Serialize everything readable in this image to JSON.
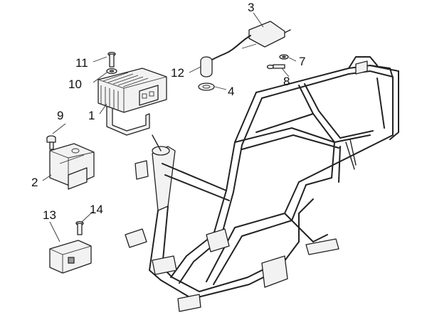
{
  "callouts": [
    {
      "id": "c1",
      "text": "1"
    },
    {
      "id": "c2",
      "text": "2"
    },
    {
      "id": "c3",
      "text": "3"
    },
    {
      "id": "c4",
      "text": "4"
    },
    {
      "id": "c7",
      "text": "7"
    },
    {
      "id": "c8",
      "text": "8"
    },
    {
      "id": "c9",
      "text": "9"
    },
    {
      "id": "c10",
      "text": "10"
    },
    {
      "id": "c11",
      "text": "11"
    },
    {
      "id": "c12",
      "text": "12"
    },
    {
      "id": "c13",
      "text": "13"
    },
    {
      "id": "c14",
      "text": "14"
    }
  ],
  "colors": {
    "line": "#222222",
    "part_fill": "#f2f2f2",
    "background": "#ffffff"
  }
}
